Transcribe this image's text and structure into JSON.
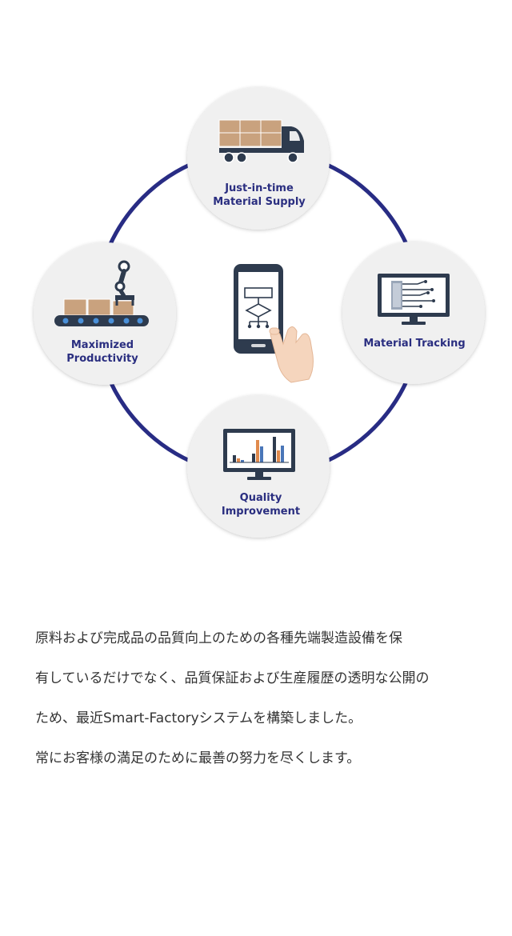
{
  "diagram": {
    "nodes": {
      "top": {
        "line1": "Just-in-time",
        "line2": "Material Supply"
      },
      "left": {
        "line1": "Maximized",
        "line2": "Productivity"
      },
      "right": {
        "line1": "Material Tracking"
      },
      "bottom": {
        "line1": "Quality",
        "line2": "Improvement"
      }
    }
  },
  "description": {
    "lines": [
      "原料および完成品の品質向上のための各種先端製造設備を保",
      "有しているだけでなく、品質保証および生産履歴の透明な公開の",
      "ため、最近Smart-Factoryシステムを構築しました。",
      "常にお客様の満足のために最善の努力を尽くします。"
    ]
  },
  "colors": {
    "ring": "#282c84",
    "label": "#2a2e80",
    "node_bg": "#f0f0f0",
    "box": "#c9a27e",
    "dark": "#2e3b4e",
    "accent_orange": "#e08a4d",
    "accent_blue": "#4a76b8"
  }
}
